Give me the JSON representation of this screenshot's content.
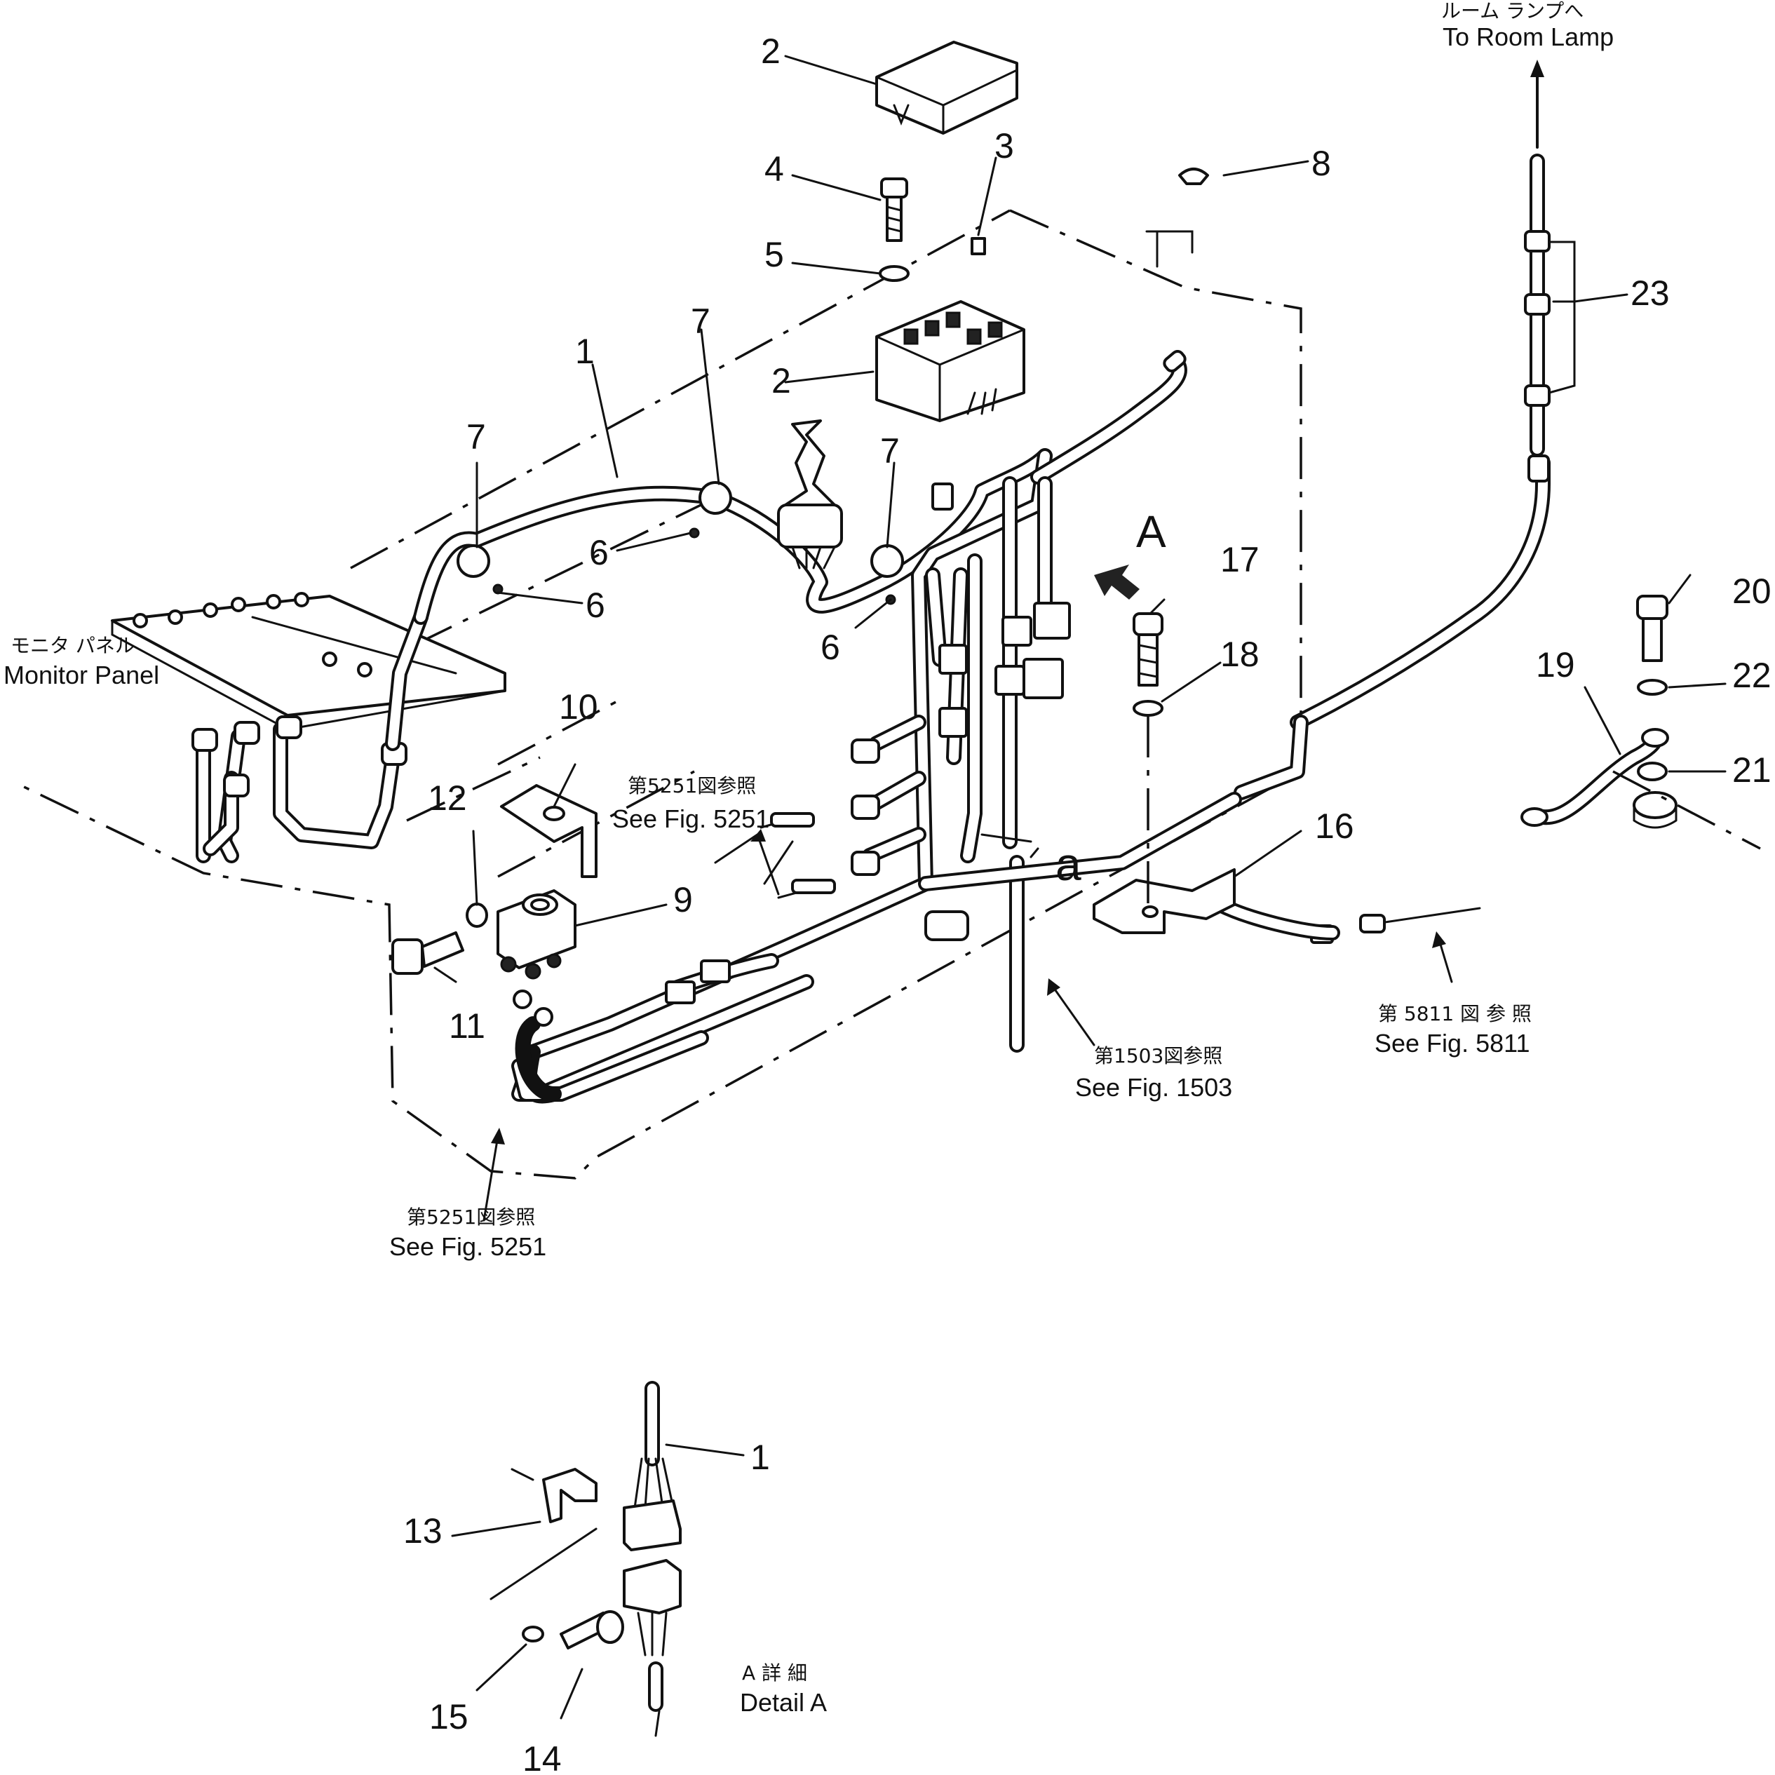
{
  "callouts": {
    "c1": "1",
    "c2a": "2",
    "c2b": "2",
    "c3": "3",
    "c4": "4",
    "c5": "5",
    "c6a": "6",
    "c6b": "6",
    "c6c": "6",
    "c7a": "7",
    "c7b": "7",
    "c7c": "7",
    "c8": "8",
    "c9": "9",
    "c10": "10",
    "c11": "11",
    "c12": "12",
    "c16": "16",
    "c17": "17",
    "c18": "18",
    "c19": "19",
    "c20": "20",
    "c21": "21",
    "c22": "22",
    "c23": "23",
    "detail_c1": "1",
    "c13": "13",
    "c14": "14",
    "c15": "15",
    "view_a": "A",
    "point_a": "a"
  },
  "notes": {
    "room_lamp_jp": "ルーム ランプへ",
    "room_lamp_en": "To Room Lamp",
    "monitor_jp": "モニタ パネル",
    "monitor_en": "Monitor Panel",
    "fig5251_mid_jp": "第5251図参照",
    "fig5251_mid_en": "See Fig. 5251",
    "fig5251_bot_jp": "第5251図参照",
    "fig5251_bot_en": "See Fig. 5251",
    "fig1503_jp": "第1503図参照",
    "fig1503_en": "See Fig. 1503",
    "fig5811_jp": "第 5811 図 参 照",
    "fig5811_en": "See Fig. 5811",
    "detail_jp": "A 詳 細",
    "detail_en": "Detail A"
  }
}
